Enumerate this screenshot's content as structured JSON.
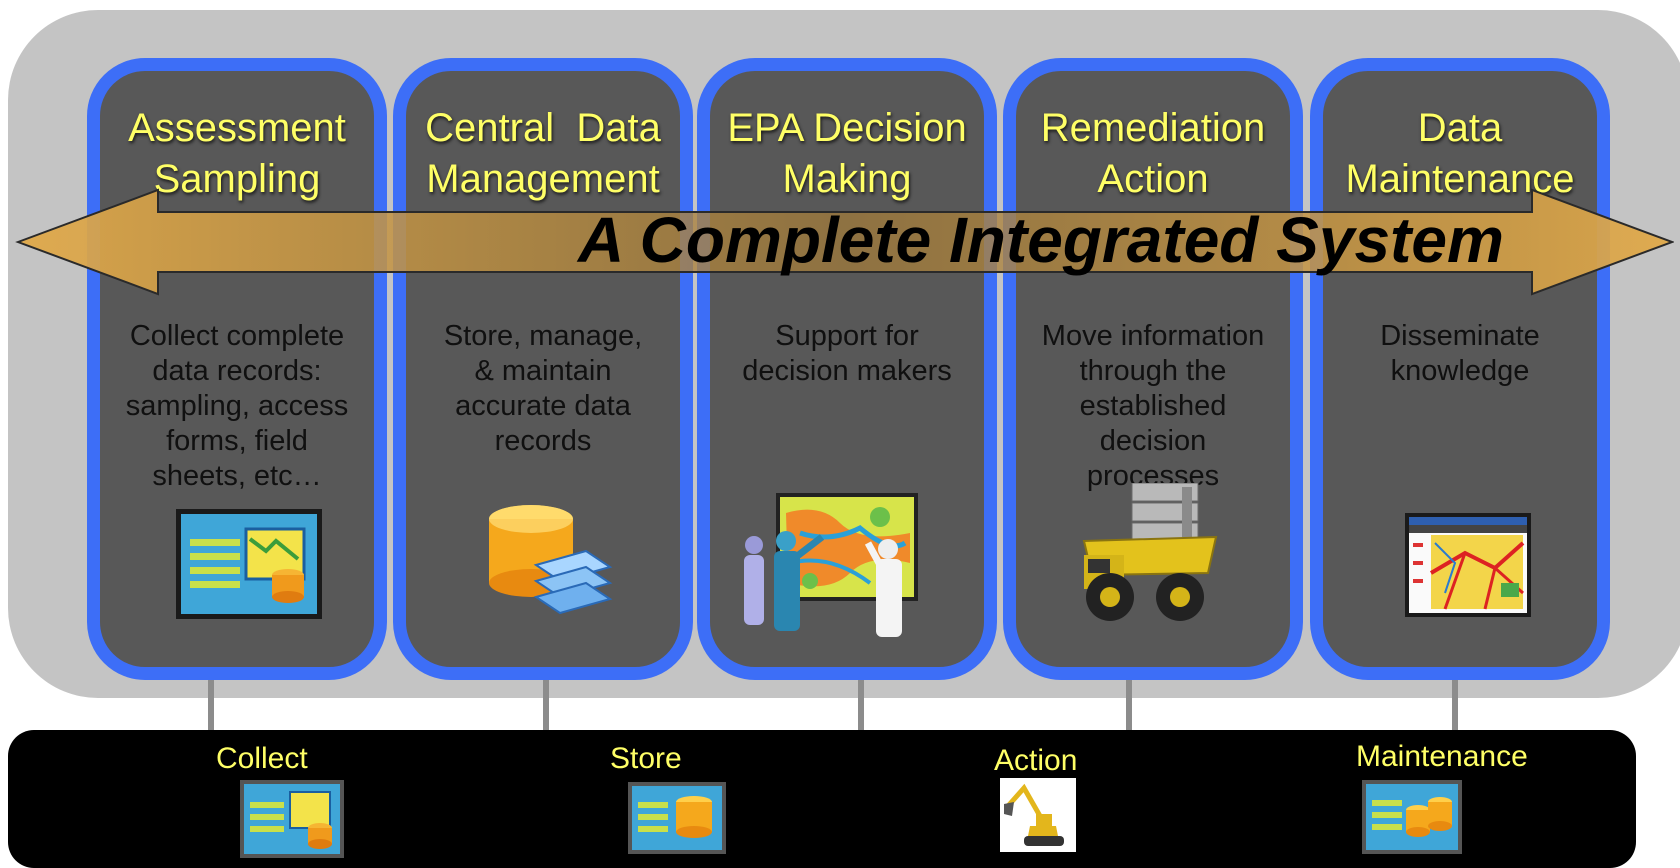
{
  "banner": {
    "text": "A Complete Integrated System"
  },
  "columns": [
    {
      "title": "Assessment\nSampling",
      "description": "Collect complete\ndata records:\nsampling, access\nforms, field\nsheets, etc…",
      "icon": "data-forms-icon"
    },
    {
      "title": "Central  Data\nManagement",
      "description": "Store, manage,\n& maintain\naccurate data\nrecords",
      "icon": "database-layers-icon"
    },
    {
      "title": "EPA Decision\nMaking",
      "description": "Support for\ndecision makers",
      "icon": "people-map-icon"
    },
    {
      "title": "Remediation\nAction",
      "description": "Move information\nthrough the\nestablished\ndecision\nprocesses",
      "icon": "dump-truck-icon"
    },
    {
      "title": "Data\nMaintenance",
      "description": "Disseminate\nknowledge",
      "icon": "map-window-icon"
    }
  ],
  "bottom_items": [
    {
      "label": "Collect",
      "icon": "collect-icon"
    },
    {
      "label": "Store",
      "icon": "store-icon"
    },
    {
      "label": "Action",
      "icon": "excavator-icon"
    },
    {
      "label": "Maintenance",
      "icon": "maintenance-icon"
    }
  ],
  "colors": {
    "panel": "#c4c4c4",
    "column": "#585858",
    "column_border": "#3d6ef7",
    "title": "#ffff66",
    "arrow": "#d9a044",
    "bar": "#000000"
  }
}
